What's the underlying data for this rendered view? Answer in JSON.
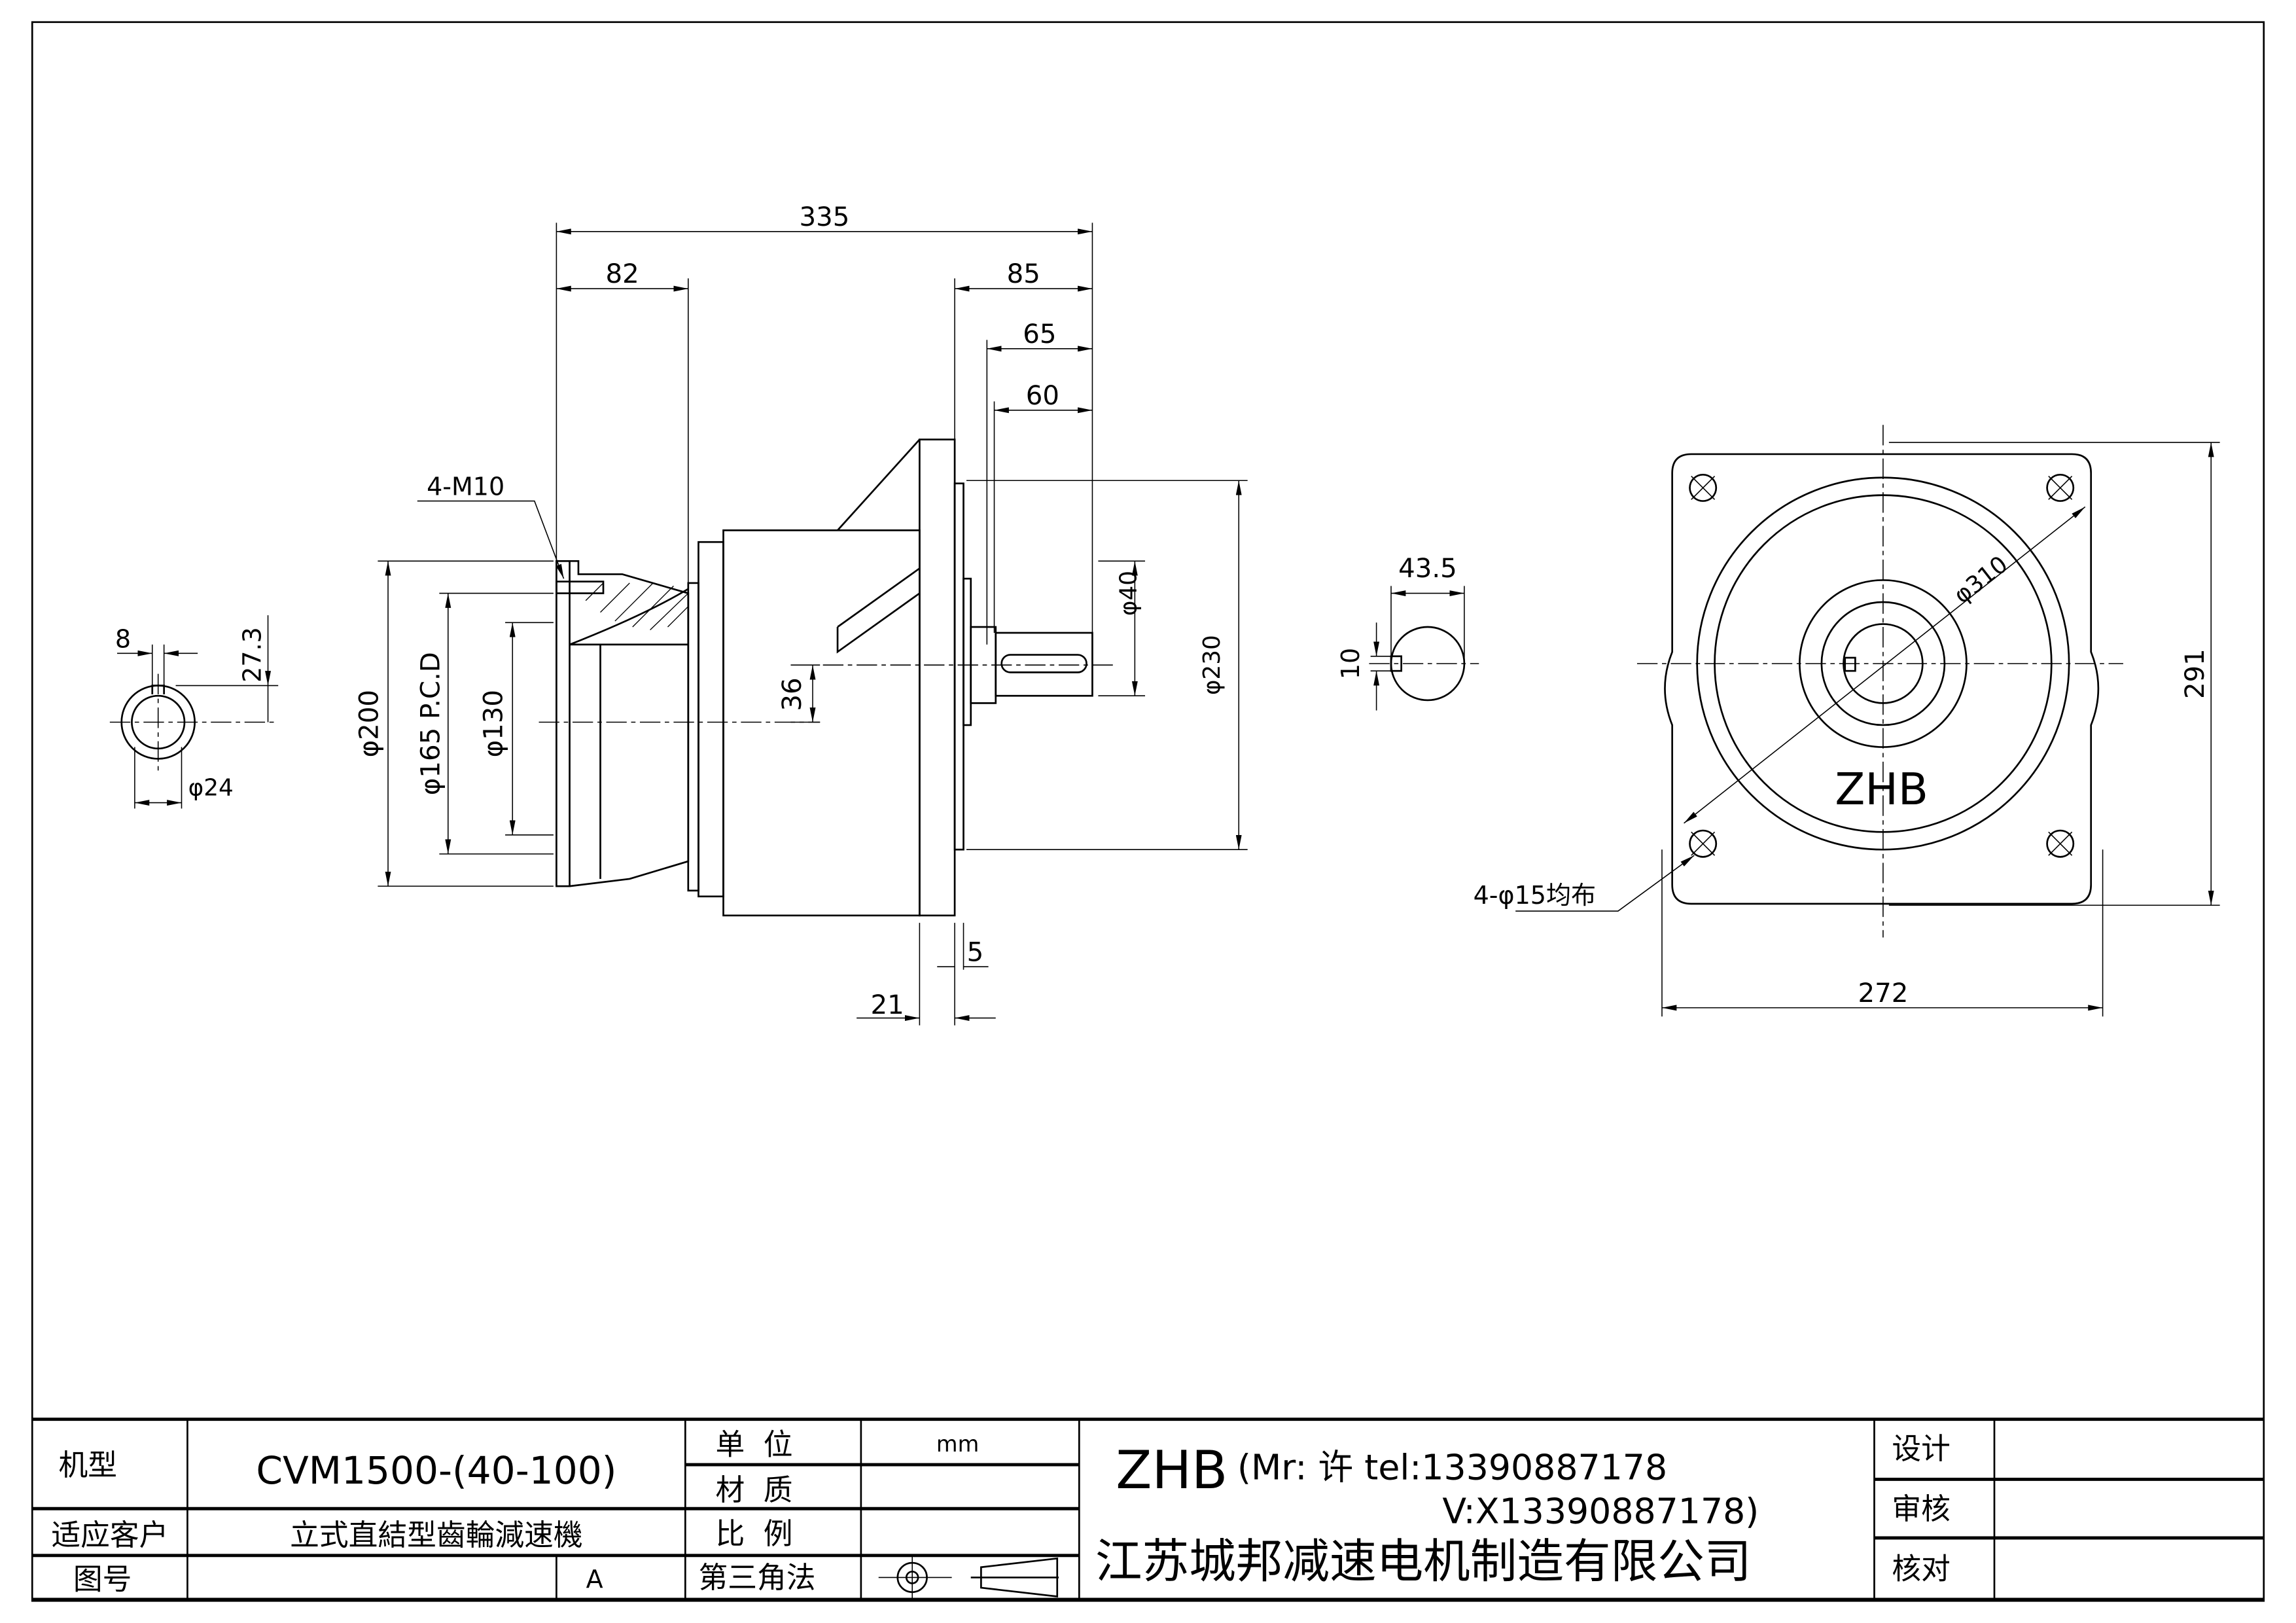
{
  "drawing": {
    "dimensions": {
      "overall_length": "335",
      "input_flange_length": "82",
      "output_flange_to_end": "85",
      "shaft_length_65": "65",
      "shaft_length_60": "60",
      "flange_thickness": "21",
      "pilot_depth": "5",
      "offset": "36",
      "input_thread": "4-M10",
      "dia_200": "φ200",
      "dia_165": "φ165 P.C.D",
      "dia_130": "φ130",
      "dia_40": "φ40",
      "dia_230": "φ230",
      "key_width_input": "8",
      "key_height_input": "27.3",
      "bore_input": "φ24",
      "key_height_output": "43.5",
      "key_width_output": "10",
      "dia_310": "φ310",
      "mount_holes": "4-φ15均布",
      "height_291": "291",
      "width_272": "272",
      "brand_mark": "ZHB"
    }
  },
  "title_block": {
    "model_label": "机型",
    "model_value": "CVM1500-(40-100)",
    "customer_label": "适应客户",
    "description": "立式直結型齒輪減速機",
    "drawing_no_label": "图号",
    "revision": "A",
    "unit_label": "单  位",
    "unit_value": "mm",
    "material_label": "材  质",
    "scale_label": "比  例",
    "projection_label": "第三角法",
    "company_brand": "ZHB",
    "contact_line1": "(Mr: 许 tel:13390887178",
    "contact_line2": "V:X13390887178)",
    "company_name": "江苏城邦减速电机制造有限公司",
    "design_label": "设计",
    "review_label": "审核",
    "check_label": "核对"
  }
}
